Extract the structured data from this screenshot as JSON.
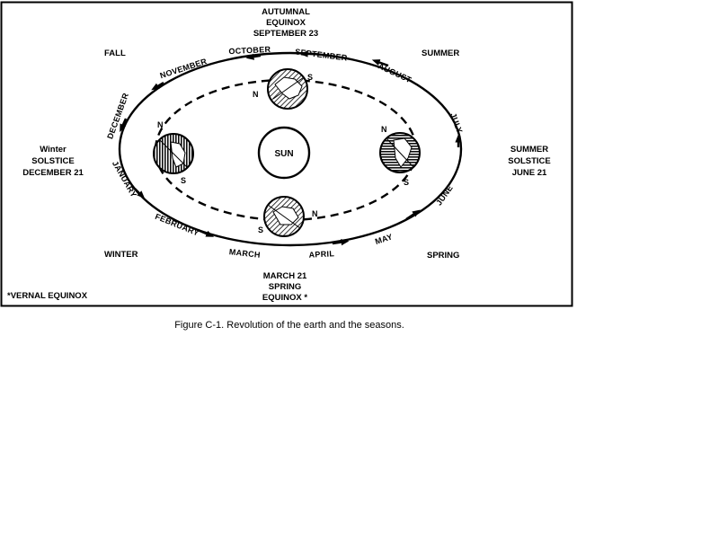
{
  "labels": {
    "autumnal_l1": "AUTUMNAL",
    "autumnal_l2": "EQUINOX",
    "autumnal_l3": "SEPTEMBER 23",
    "fall": "FALL",
    "summer": "SUMMER",
    "winter_solstice_l1": "Winter",
    "winter_solstice_l2": "SOLSTICE",
    "winter_solstice_l3": "DECEMBER 21",
    "summer_solstice_l1": "SUMMER",
    "summer_solstice_l2": "SOLSTICE",
    "summer_solstice_l3": "JUNE 21",
    "winter": "WINTER",
    "spring": "SPRING",
    "spring_l1": "MARCH 21",
    "spring_l2": "SPRING",
    "spring_l3": "EQUINOX *",
    "footnote": "*VERNAL EQUINOX",
    "sun": "SUN"
  },
  "months": {
    "october": "OCTOBER",
    "september": "SEPTEMBER",
    "november": "NOVEMBER",
    "august": "AUGUST",
    "december": "DECEMBER",
    "july": "JULY",
    "january": "JANUARY",
    "june": "JUNE",
    "february": "FEBRUARY",
    "march": "MARCH",
    "april": "APRIL",
    "may": "MAY"
  },
  "poles": {
    "n": "N",
    "s": "S"
  },
  "caption": "Figure C-1. Revolution of the earth and the seasons."
}
